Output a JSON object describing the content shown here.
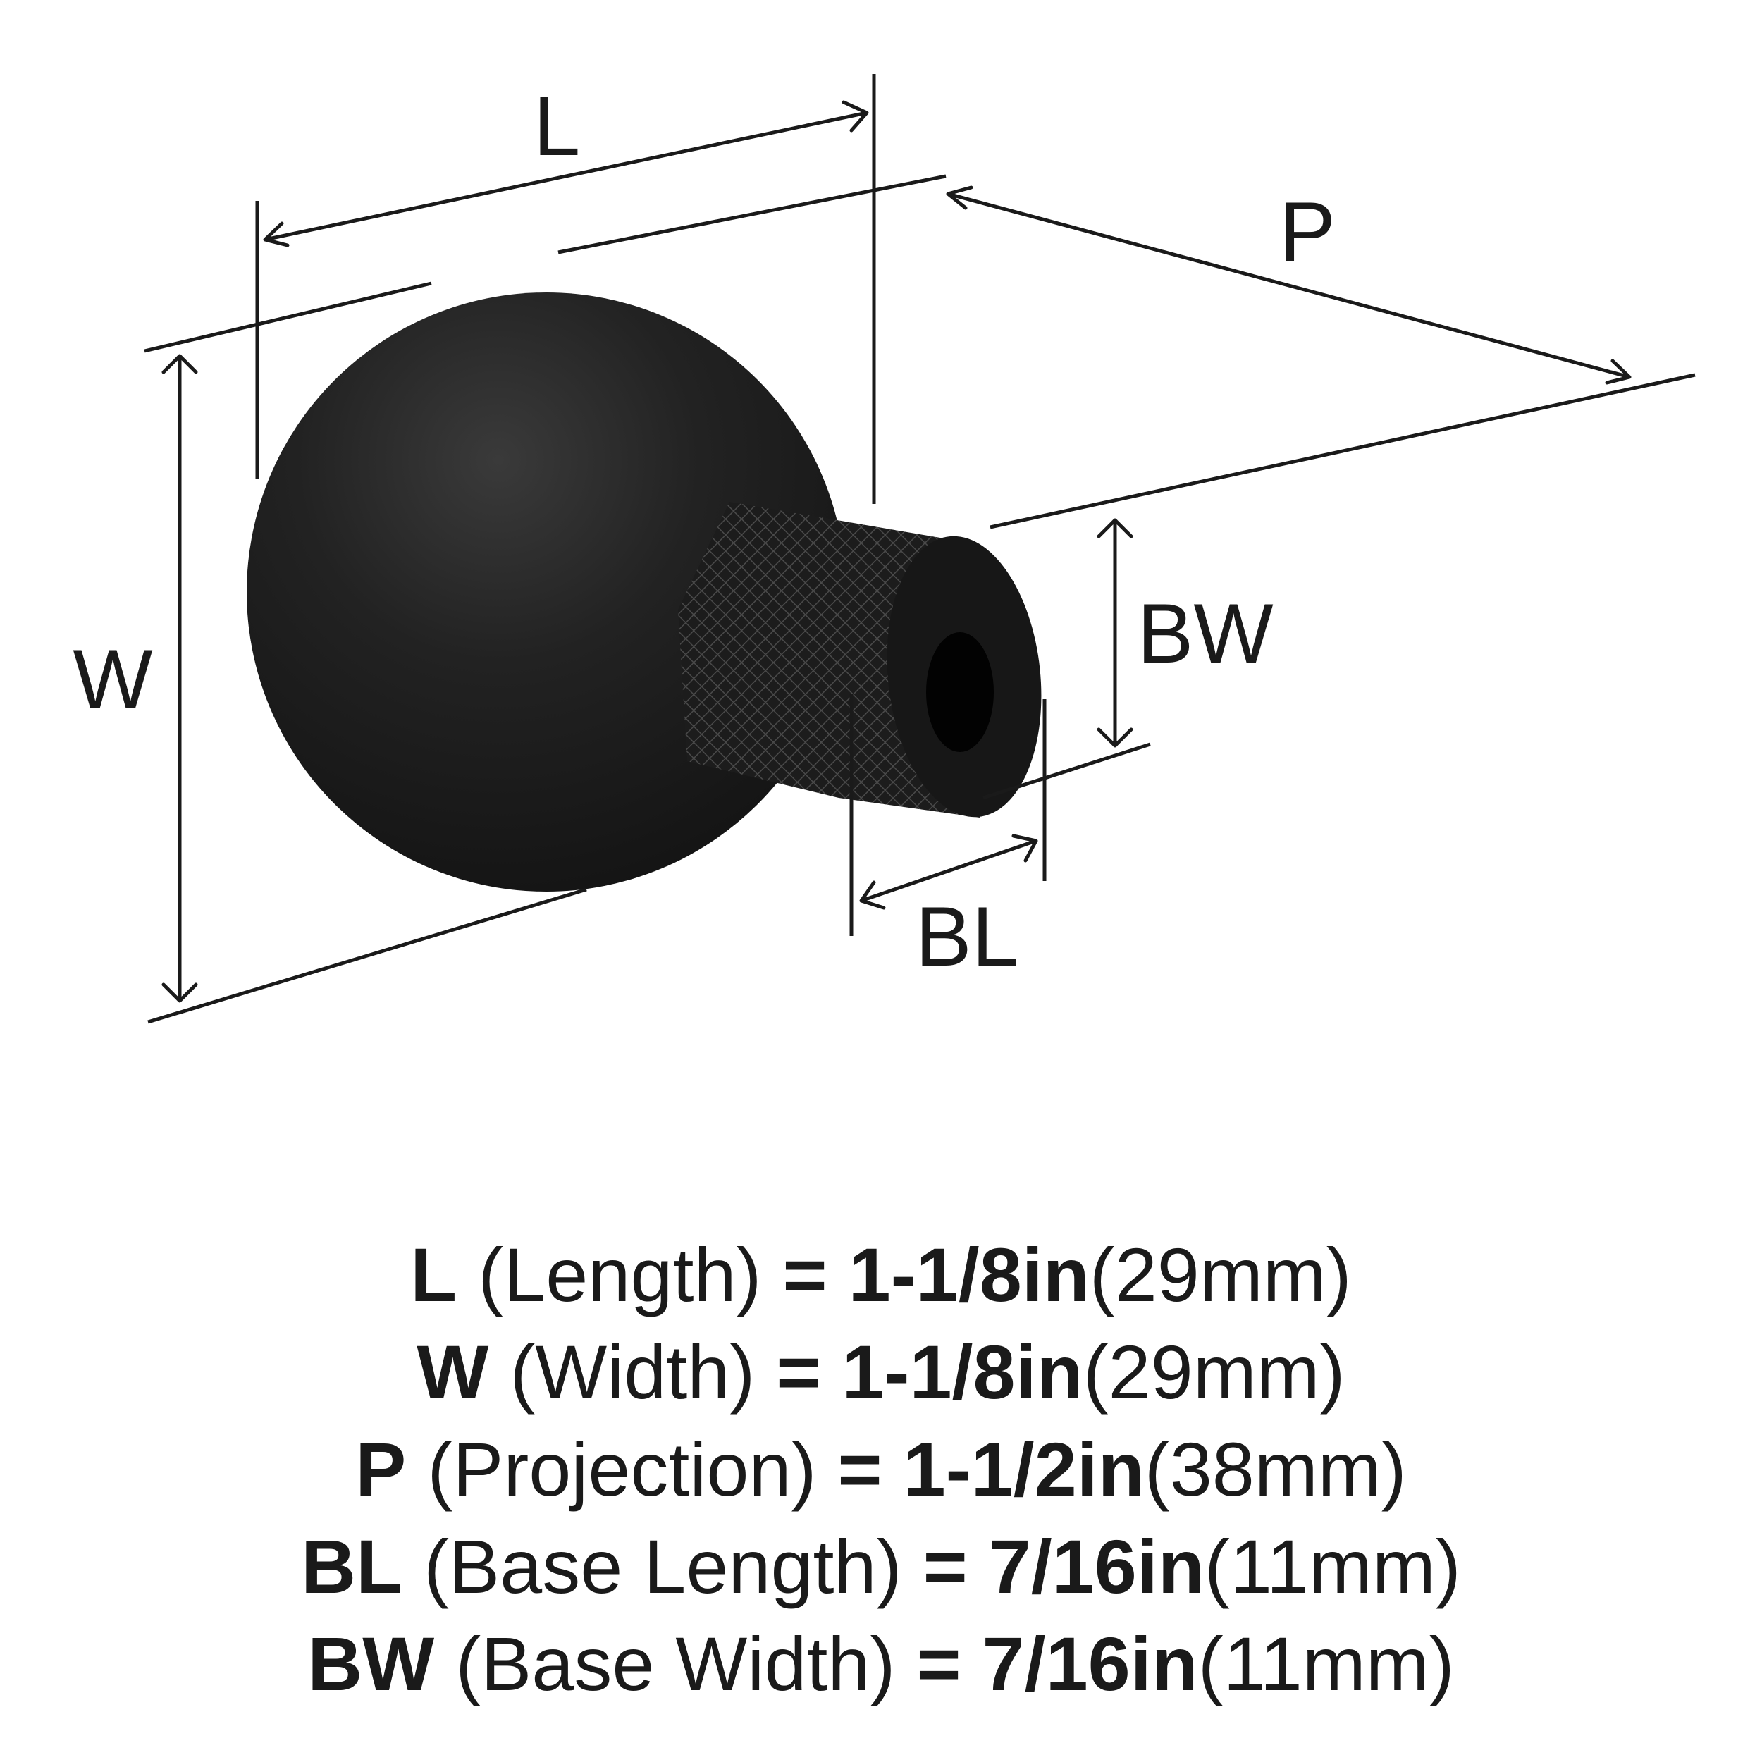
{
  "labels": {
    "length": "L",
    "width": "W",
    "projection": "P",
    "base_length": "BL",
    "base_width": "BW"
  },
  "specs": [
    {
      "letter": "L",
      "name": "(Length)",
      "eq": "=",
      "value": "1-1/8in",
      "metric": "(29mm)"
    },
    {
      "letter": "W",
      "name": "(Width)",
      "eq": "=",
      "value": "1-1/8in",
      "metric": "(29mm)"
    },
    {
      "letter": "P",
      "name": "(Projection)",
      "eq": "=",
      "value": "1-1/2in",
      "metric": "(38mm)"
    },
    {
      "letter": "BL",
      "name": "(Base Length)",
      "eq": "=",
      "value": "7/16in",
      "metric": "(11mm)"
    },
    {
      "letter": "BW",
      "name": "(Base Width)",
      "eq": "=",
      "value": "7/16in",
      "metric": "(11mm)"
    }
  ],
  "colors": {
    "knob": "#1b1b1b",
    "line": "#1a1a1a",
    "background": "#ffffff"
  }
}
